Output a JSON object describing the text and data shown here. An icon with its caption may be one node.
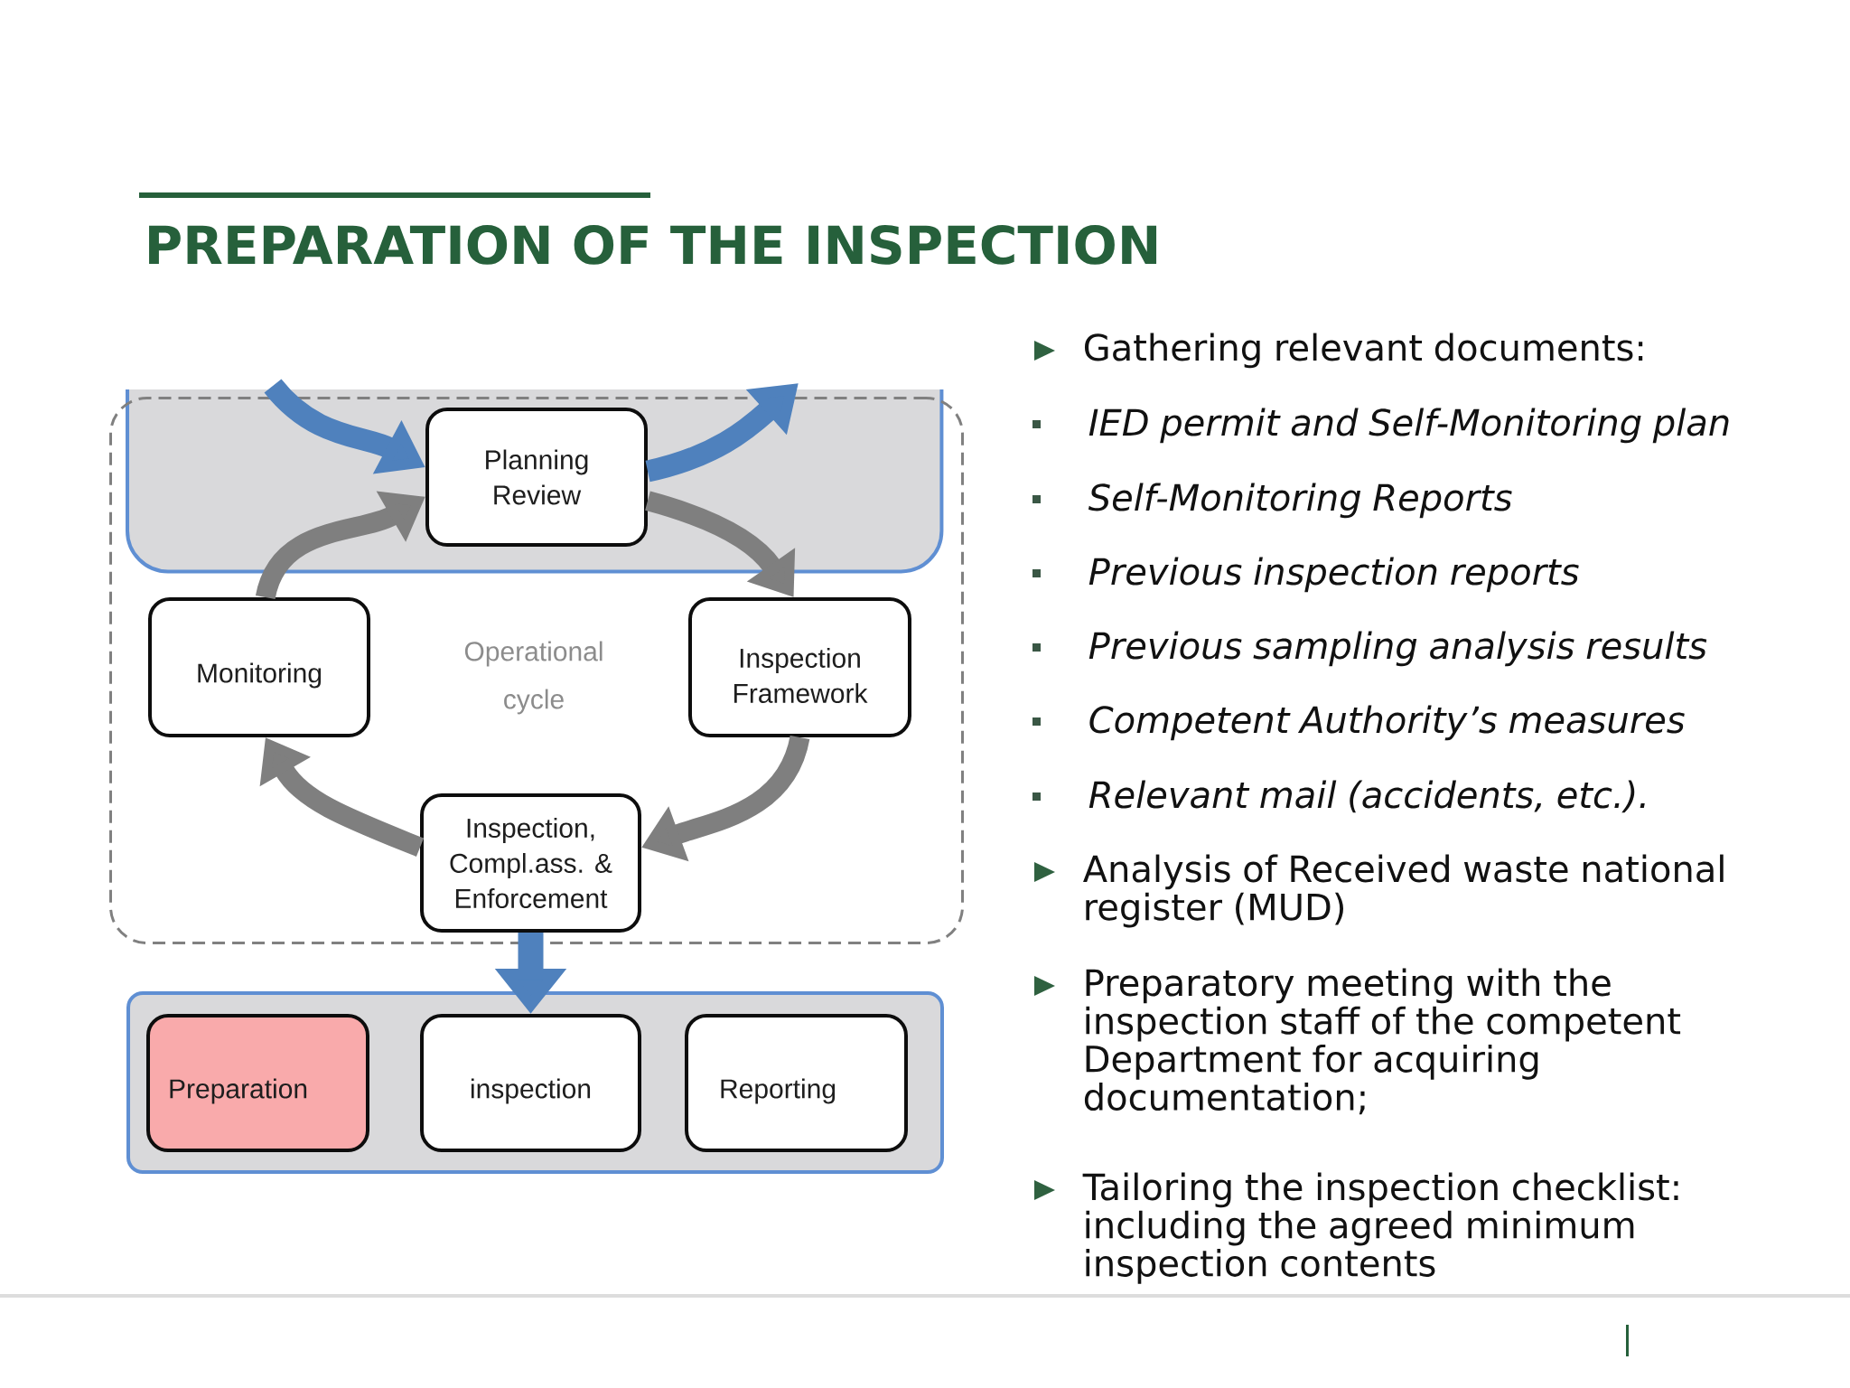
{
  "diagram": {
    "title": "PREPARATION OF THE INSPECTION",
    "nodes": [
      {
        "text": [],
        "shape": "box",
        "in": 2
      },
      {
        "text": [
          "Planning Review"
        ],
        "in": 0
      },
      {
        "text": [],
        "shape": "box"
      },
      {
        "text": [
          "Monitoring"
        ],
        "in": 2
      },
      {
        "text": [
          "Inspection Framework"
        ],
        "in": 2
      },
      {
        "text": [
          "Inspection, Compl.ass. & Enforcement"
        ],
        "in": 2
      },
      {
        "text": [],
        "shape": "box"
      },
      {
        "text": [
          "Preparation"
        ],
        "in": 6
      },
      {
        "text": [
          "inspection"
        ],
        "in": 6
      },
      {
        "text": [
          "Reporting"
        ],
        "in": 6
      }
    ],
    "edges": [
      {
        "from": null,
        "to": 1,
        "arrow": "to",
        "color": "#4f81bd"
      },
      {
        "from": 1,
        "to": null,
        "arrow": "to",
        "color": "#4f81bd"
      },
      {
        "from": 1,
        "to": 4,
        "arrow": "to"
      },
      {
        "from": 4,
        "to": 5,
        "arrow": "to"
      },
      {
        "from": 5,
        "to": 3,
        "arrow": "to"
      },
      {
        "from": 3,
        "to": 1,
        "arrow": "to"
      },
      {
        "from": 5,
        "to": 8,
        "arrow": "to",
        "color": "#4f81bd"
      }
    ],
    "labels": [
      "Operational cycle",
      "Gathering relevant documents:",
      "IED permit and Self-Monitoring plan",
      "Self-Monitoring Reports",
      "Previous inspection reports",
      "Previous sampling analysis results",
      "Competent Authority’s measures",
      "Relevant mail (accidents, etc.).",
      "Analysis of Received waste national register (MUD)",
      "Preparatory meeting with the inspection staff of the competent Department for acquiring documentation;",
      "Tailoring the inspection checklist: including the agreed minimum inspection contents"
    ]
  }
}
